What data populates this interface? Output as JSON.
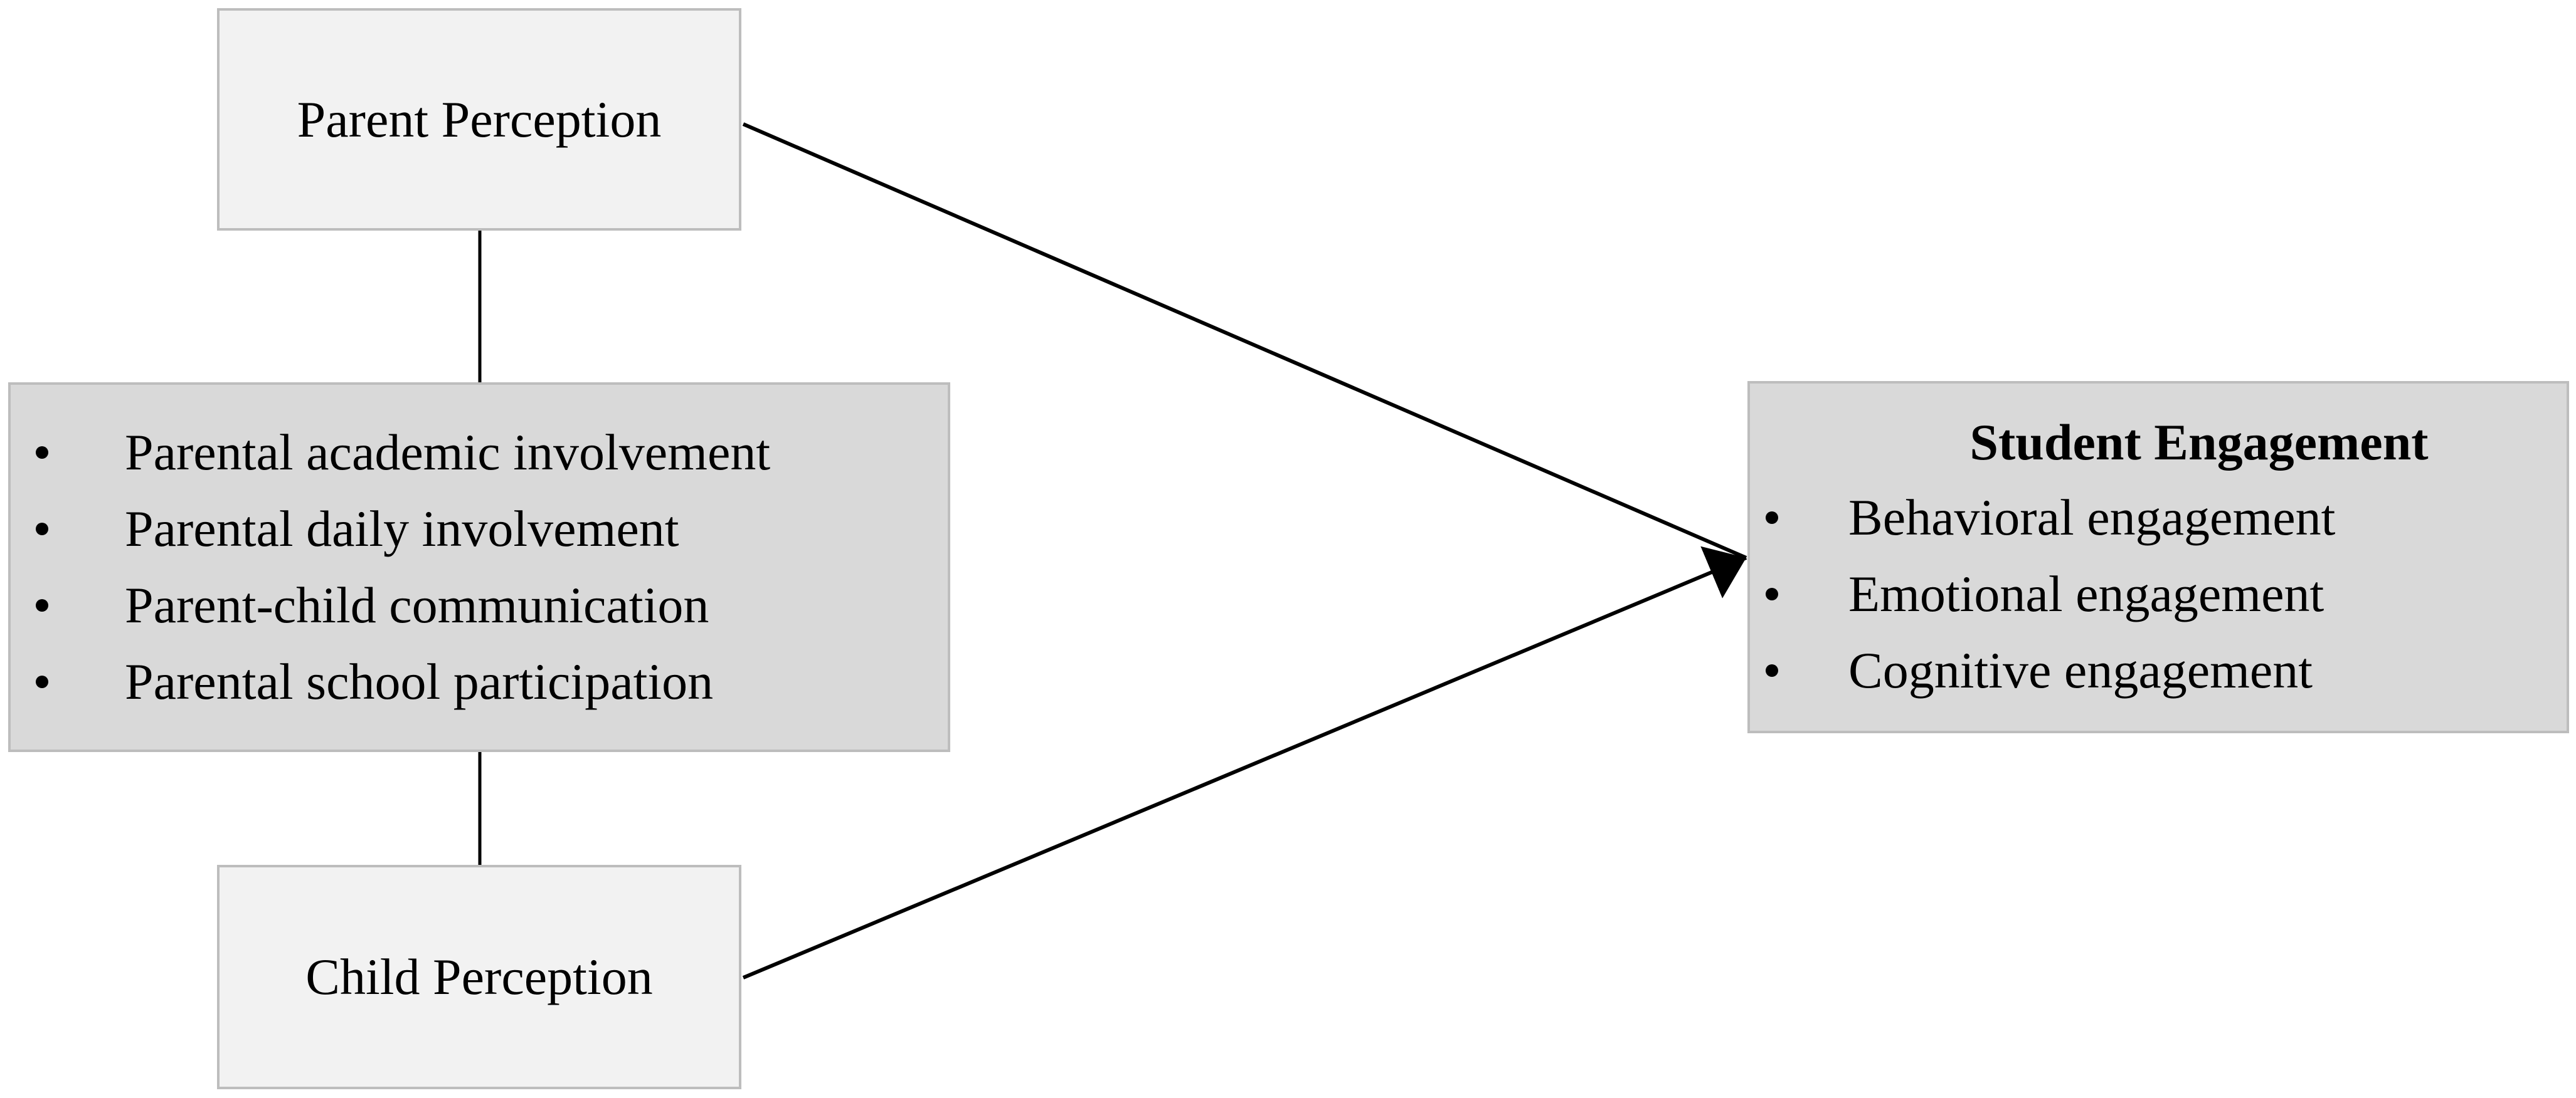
{
  "diagram": {
    "parent_perception": "Parent Perception",
    "child_perception": "Child Perception",
    "involvement_items": [
      "Parental academic involvement",
      "Parental daily involvement",
      "Parent-child communication",
      "Parental school participation"
    ],
    "student_engagement": {
      "title": "Student Engagement",
      "items": [
        "Behavioral engagement",
        "Emotional engagement",
        "Cognitive engagement"
      ]
    }
  },
  "colors": {
    "perception_box_fill": "#f2f2f2",
    "list_box_fill": "#d9d9d9",
    "box_border": "#bdbdbd",
    "line": "#000000"
  }
}
